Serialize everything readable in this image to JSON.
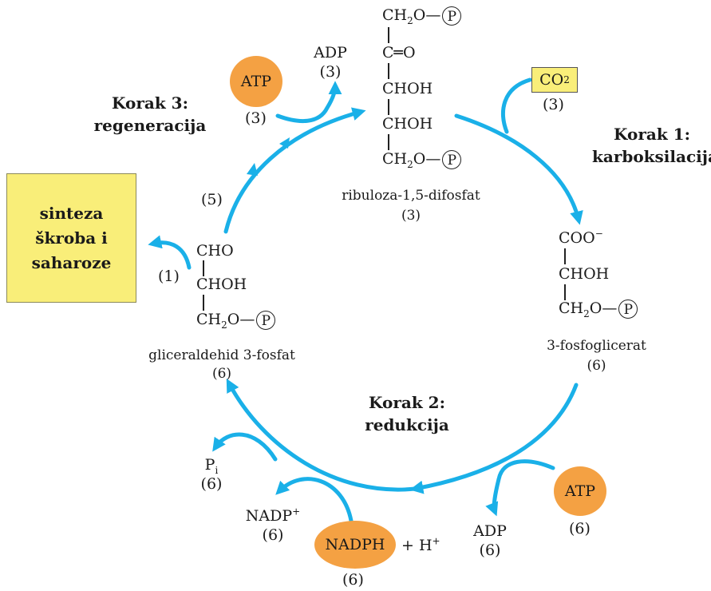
{
  "colors": {
    "arrow": "#1ab0e8",
    "atp": "#f4a143",
    "box": "#f9ee79"
  },
  "steps": {
    "step1": {
      "line1": "Korak 1:",
      "line2": "karboksilacija"
    },
    "step2": {
      "line1": "Korak 2:",
      "line2": "redukcija"
    },
    "step3": {
      "line1": "Korak 3:",
      "line2": "regeneracija"
    }
  },
  "synthesis_box": {
    "line1": "sinteza",
    "line2": "škroba i",
    "line3": "saharoze"
  },
  "ribulose": {
    "ch2o_top": "CH",
    "c_o": "C═O",
    "chop1": "CHOH",
    "chop2": "CHOH",
    "ch2o_bottom": "CH",
    "name": "ribuloza-1,5-difosfat",
    "count": "(3)"
  },
  "phosphoglycerate": {
    "coo": "COO",
    "choh": "CHOH",
    "ch2o": "CH",
    "name": "3-fosfoglicerat",
    "count": "(6)"
  },
  "g3p": {
    "cho": "CHO",
    "choh": "CHOH",
    "ch2o": "CH",
    "name": "gliceraldehid 3-fosfat",
    "count": "(6)"
  },
  "molecules": {
    "co2_label": "CO",
    "co2_count": "(3)",
    "atp_top": "ATP",
    "atp_top_count": "(3)",
    "adp_top": "ADP",
    "adp_top_count": "(3)",
    "atp_right": "ATP",
    "atp_right_count": "(6)",
    "adp_bottom": "ADP",
    "adp_bottom_count": "(6)",
    "nadph": "NADPH",
    "h_plus": "+ H",
    "nadph_count": "(6)",
    "nadp": "NADP",
    "nadp_count": "(6)",
    "pi": "P",
    "pi_count": "(6)",
    "p_symbol": "P"
  },
  "flow_counts": {
    "one": "(1)",
    "five": "(5)"
  }
}
